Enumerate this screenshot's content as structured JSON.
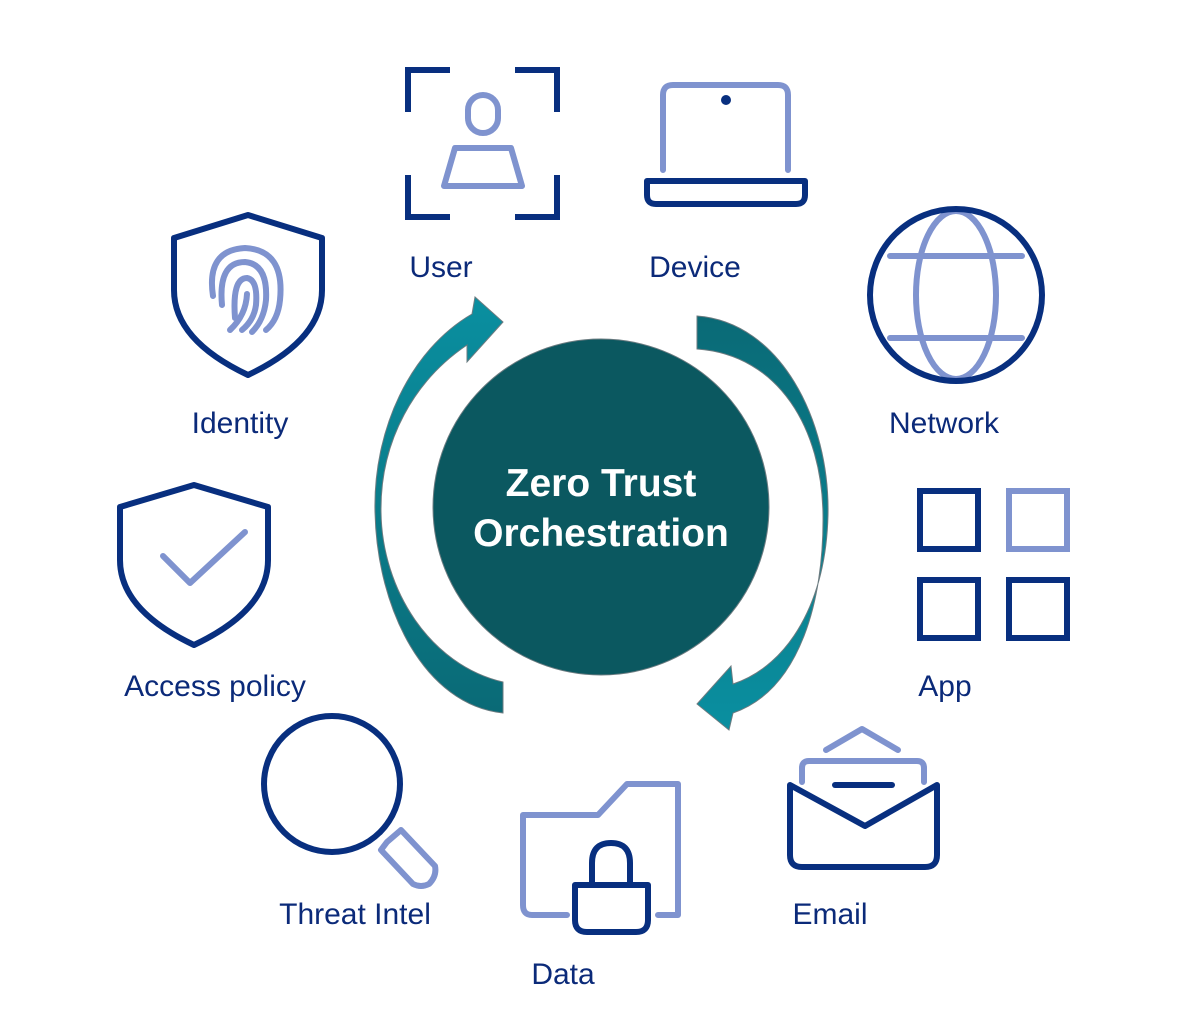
{
  "center": {
    "line1": "Zero Trust",
    "line2": "Orchestration"
  },
  "nodes": {
    "user": "User",
    "device": "Device",
    "network": "Network",
    "app": "App",
    "email": "Email",
    "data": "Data",
    "threat_intel": "Threat Intel",
    "access_policy": "Access policy",
    "identity": "Identity"
  },
  "colors": {
    "navy": "#082f7f",
    "light": "#7f93cf",
    "center": "#0b5860",
    "arrow_light": "#0a8c9c",
    "arrow_dark": "#0a6a76"
  }
}
